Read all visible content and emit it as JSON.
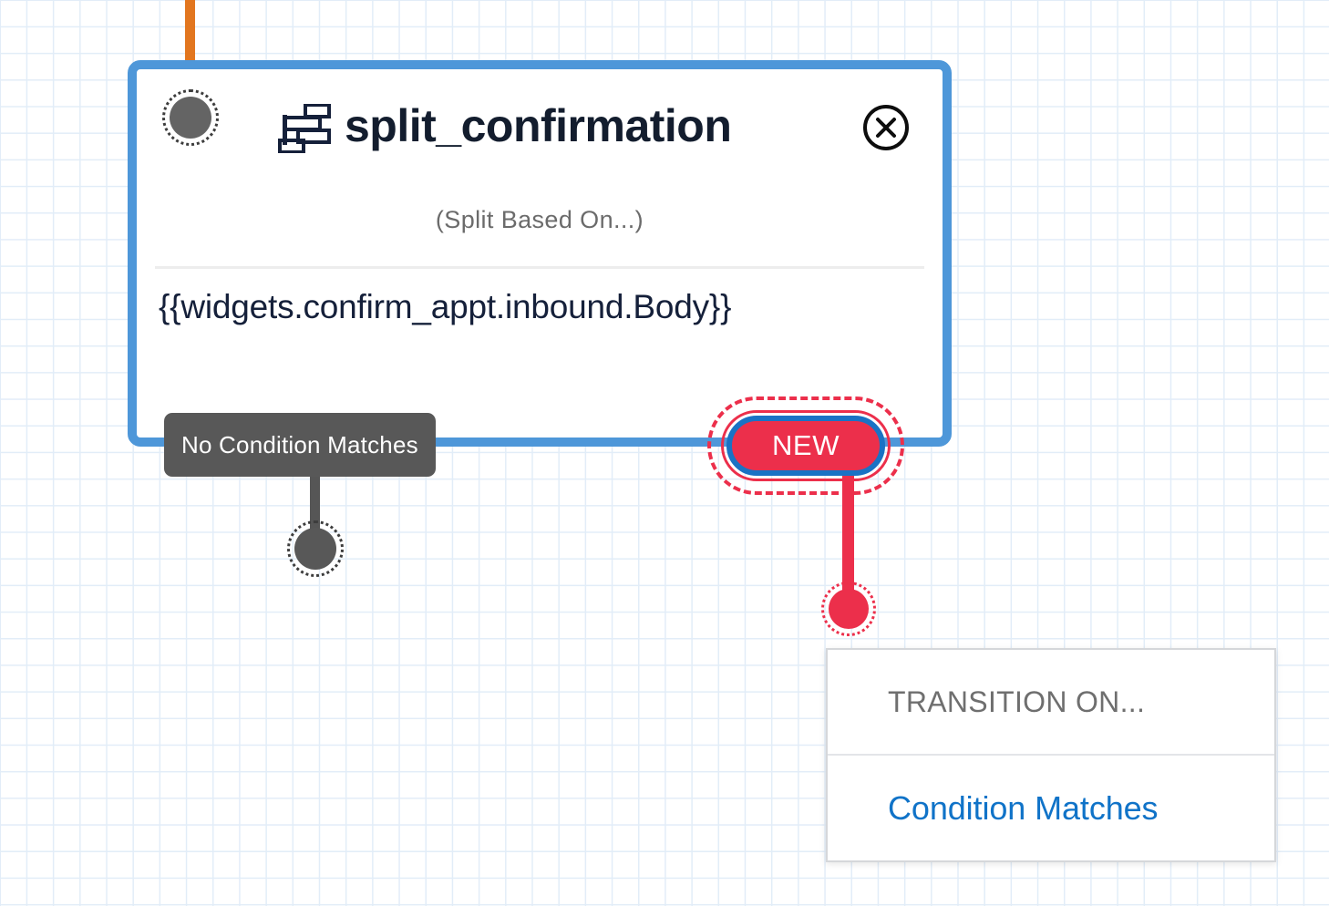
{
  "canvas": {
    "grid_color": "#e2edf8",
    "background": "#ffffff"
  },
  "incoming_connector": {
    "name": "orange-wire",
    "color": "#e2761f"
  },
  "widget": {
    "title": "split_confirmation",
    "subtitle": "(Split Based On...)",
    "expression": "{{widgets.confirm_appt.inbound.Body}}",
    "icon": "split-branch-icon",
    "close_icon": "close-circle-icon",
    "border_color": "#4e97d9",
    "title_color": "#131d2e",
    "input_connector": "input-connector-dot"
  },
  "branches": {
    "no_condition": {
      "label": "No Condition Matches",
      "badge_color": "#585858",
      "wire_color": "#565656",
      "connector": "no-condition-connector-dot"
    },
    "new": {
      "label": "NEW",
      "fill_color": "#ec2f4b",
      "inner_border_color": "#1a72c4",
      "selected": true,
      "wire_color": "#ec2f4b",
      "connector": "new-branch-connector-dot"
    }
  },
  "transition_panel": {
    "header": "TRANSITION ON...",
    "header_color": "#6f6f6f",
    "options": [
      {
        "label": "Condition Matches",
        "color": "#1073c8"
      }
    ]
  }
}
